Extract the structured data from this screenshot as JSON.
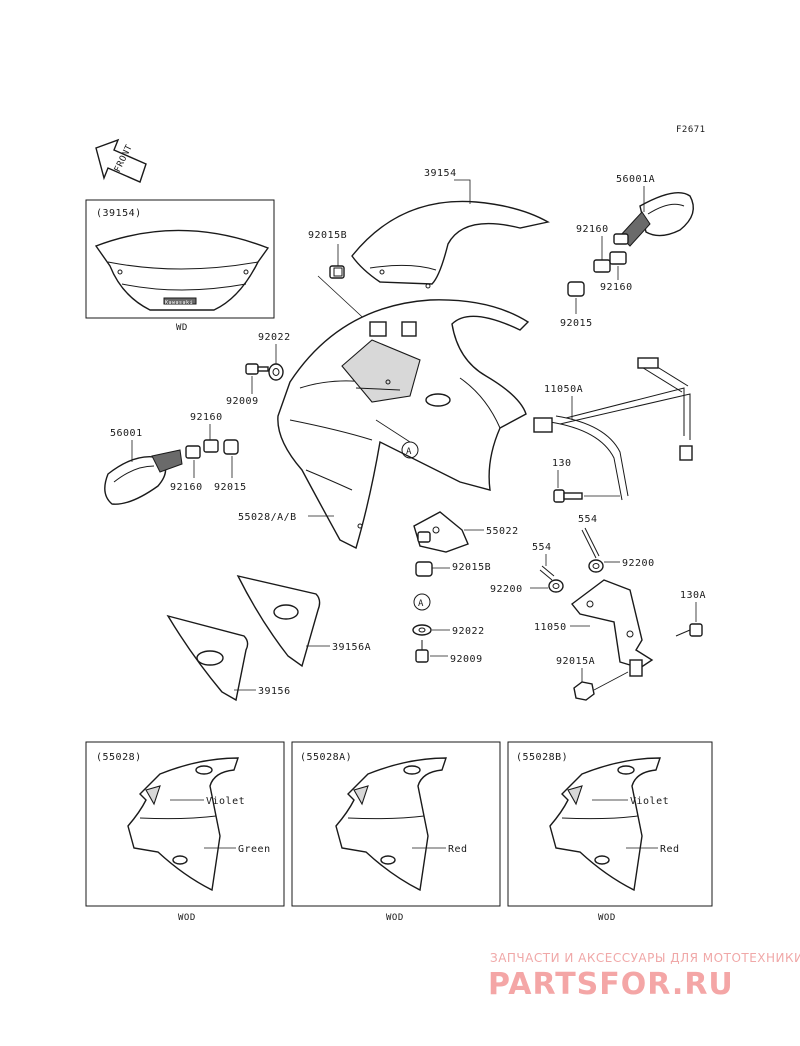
{
  "figure_code": "F2671",
  "front_label": "FRONT",
  "parts": {
    "windshield": "39154",
    "windshield_inset": "(39154)",
    "windshield_brand": "Kawasaki",
    "bolt_92015B_top": "92015B",
    "mirror_right": "56001A",
    "washer_92160_r1": "92160",
    "washer_92160_r2": "92160",
    "nut_92015_right": "92015",
    "washer_92022_top": "92022",
    "bolt_92009_top": "92009",
    "washer_92160_l1": "92160",
    "washer_92160_l2": "92160",
    "mirror_left": "56001",
    "nut_92015_left": "92015",
    "stay_11050A": "11050A",
    "bolt_130": "130",
    "cowling": "55028/A/B",
    "callout_A": "A",
    "bracket_55022": "55022",
    "nut_92015B": "92015B",
    "pin_554_a": "554",
    "pin_554_b": "554",
    "washer_92200_a": "92200",
    "washer_92200_b": "92200",
    "washer_92022_low": "92022",
    "bolt_92009_low": "92009",
    "stay_11050": "11050",
    "bolt_130A": "130A",
    "nut_92015A": "92015A",
    "cover_39156A": "39156A",
    "cover_39156": "39156"
  },
  "notes": {
    "wd_top": "WD",
    "wd_1": "WOD",
    "wd_2": "WOD",
    "wd_3": "WOD"
  },
  "variants": [
    {
      "code": "(55028)",
      "upper": "Violet",
      "lower": "Green"
    },
    {
      "code": "(55028A)",
      "upper": "",
      "lower": "Red"
    },
    {
      "code": "(55028B)",
      "upper": "Violet",
      "lower": "Red"
    }
  ],
  "watermark": {
    "tagline": "ЗАПЧАСТИ И АКСЕССУАРЫ ДЛЯ МОТОТЕХНИКИ",
    "logo": "PARTSFOR.RU"
  },
  "colors": {
    "line": "#1a1a1a",
    "watermark": "#f4a6a6"
  }
}
